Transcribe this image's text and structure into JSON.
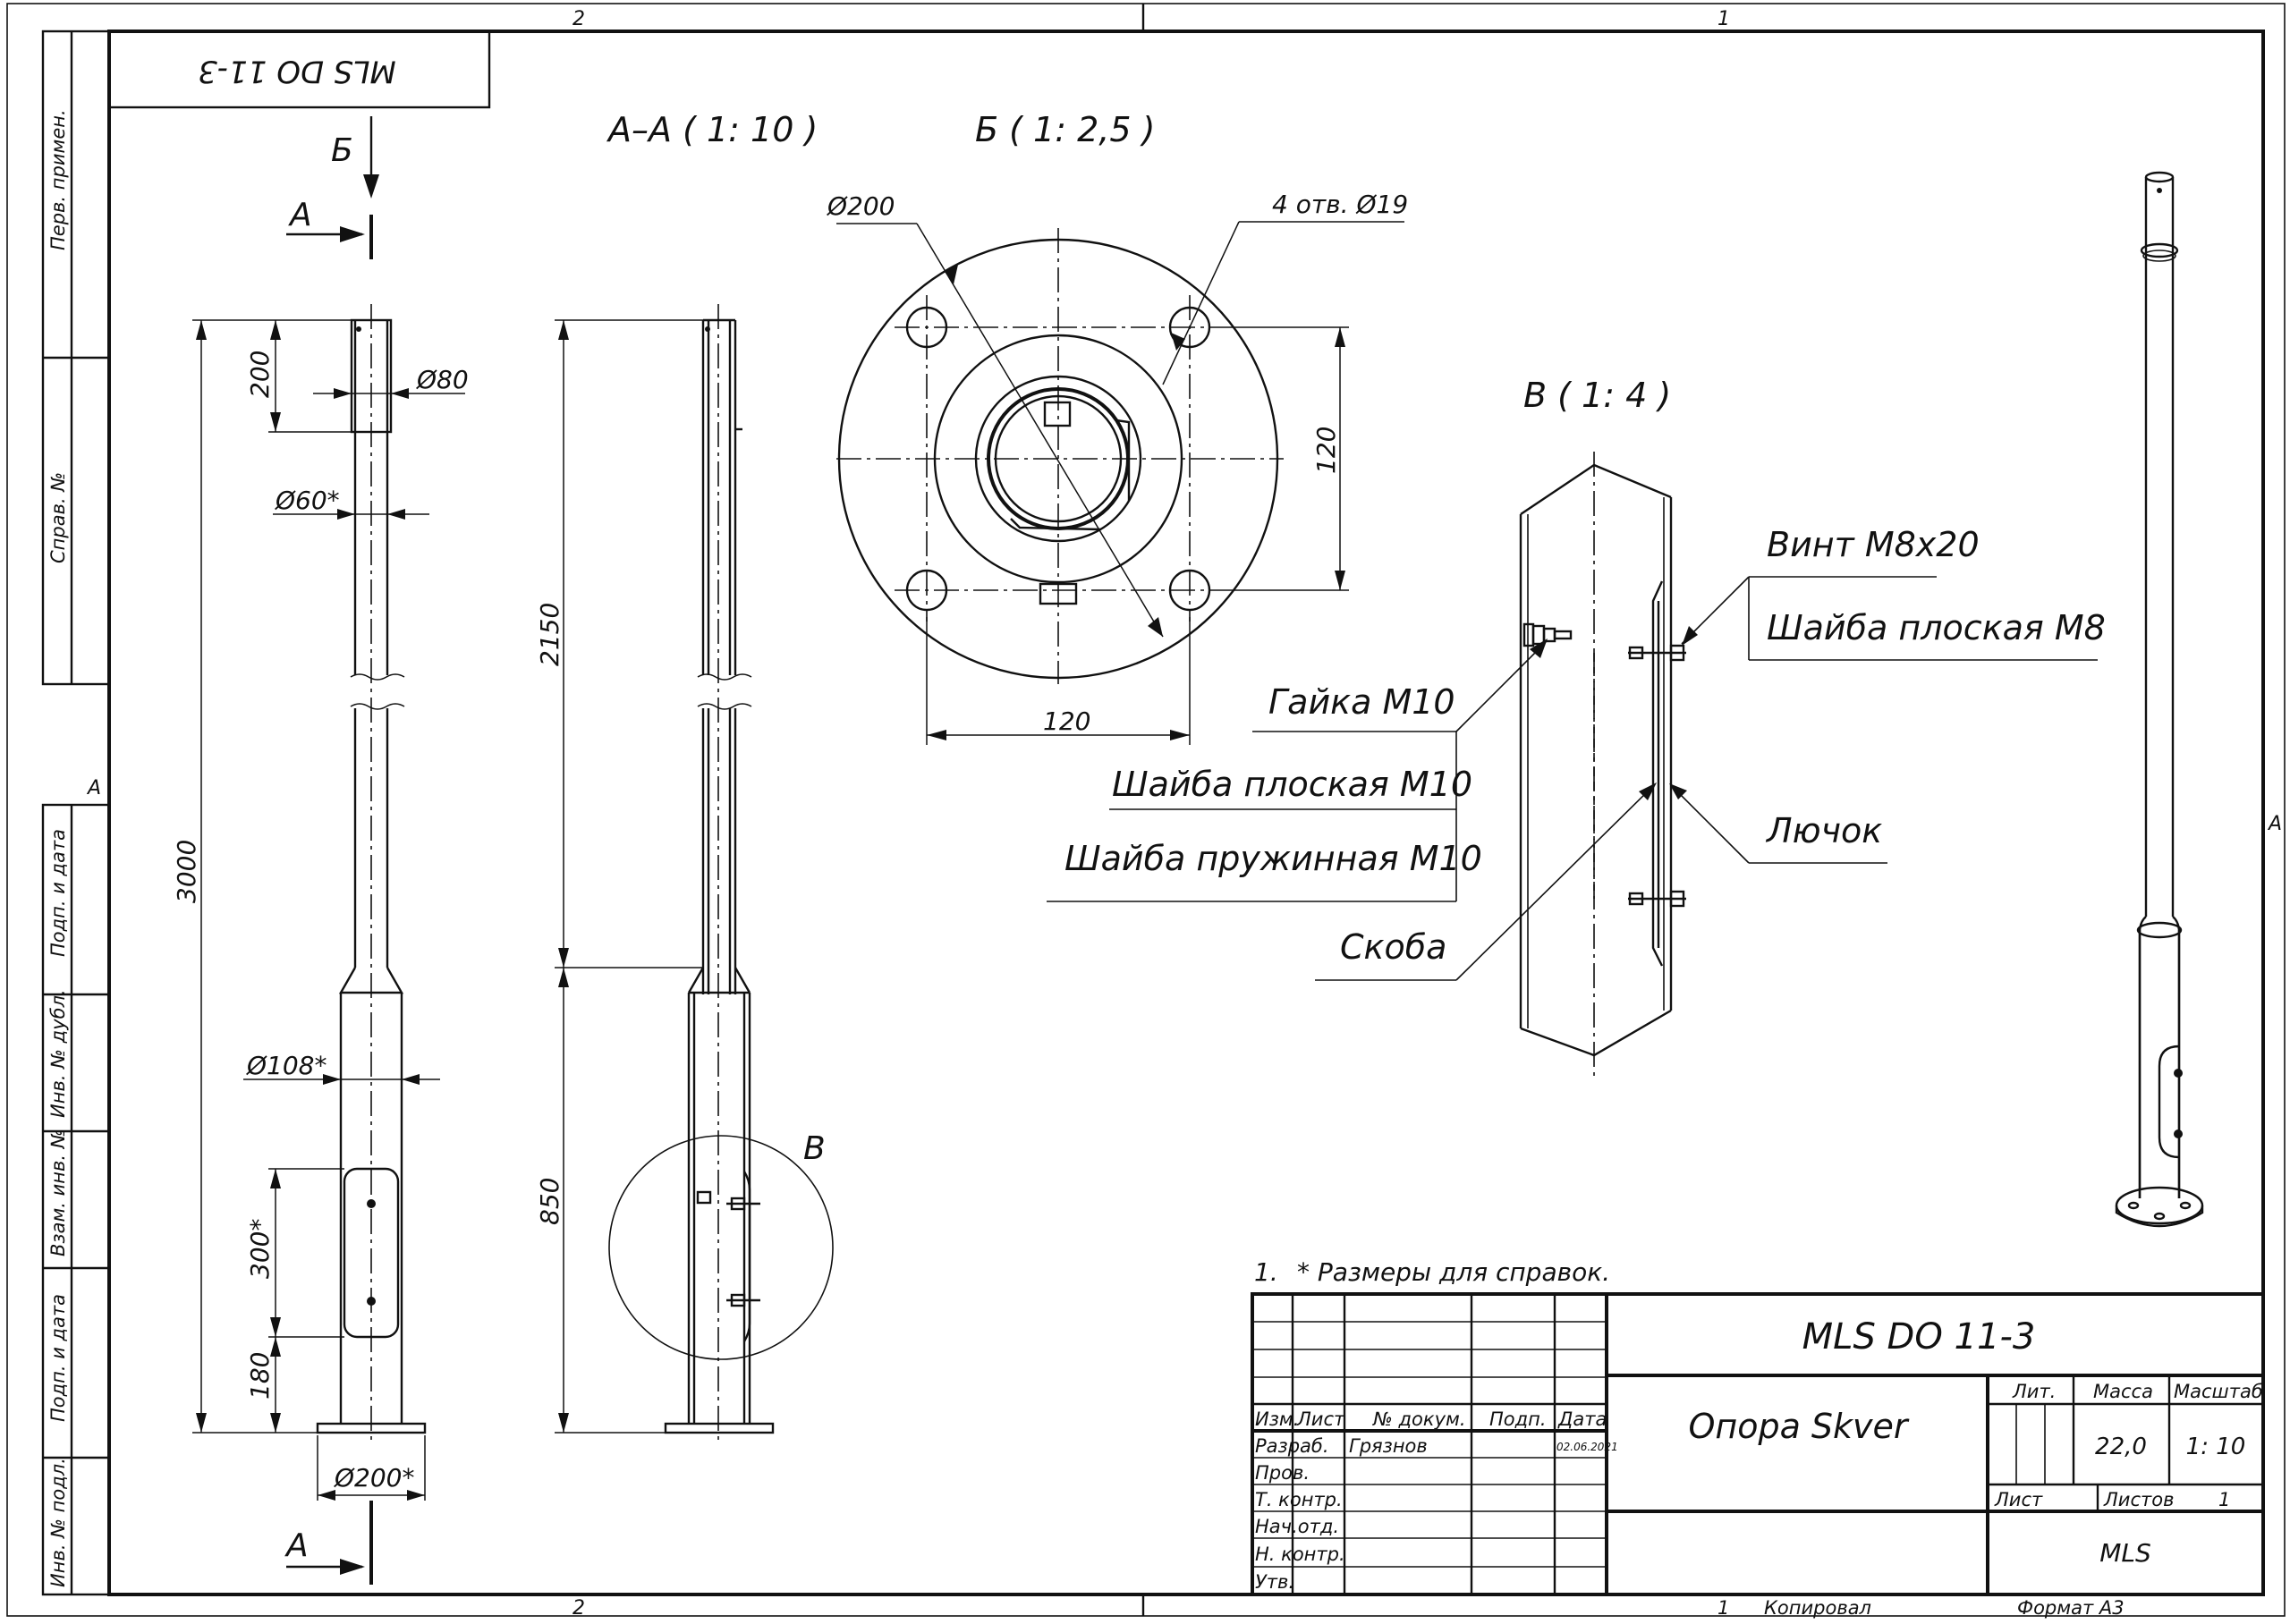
{
  "drawing": {
    "designation": "MLS DO 11-3",
    "designation_rotated": "MLS DO 11-3",
    "product_name": "Опора Skver",
    "notes": [
      "1.",
      "* Размеры для справок."
    ]
  },
  "zone_markers": {
    "top_left": "2",
    "top_right": "1",
    "bottom_left": "2",
    "right_mid": "A",
    "left_mid": "A"
  },
  "side_stamp": [
    "Перв. примен.",
    "Справ. №",
    "Подп. и дата",
    "Инв. № дубл.",
    "Взам. инв. №",
    "Подп. и дата",
    "Инв. № подл."
  ],
  "views": {
    "section_aa": "А–А ( 1: 10 )",
    "view_b": "Б ( 1: 2,5 )",
    "view_v": "В ( 1: 4 )",
    "arrow_b": "Б",
    "arrow_a_top": "А",
    "arrow_a_bottom": "А",
    "circle_v": "В"
  },
  "dimensions": {
    "d80": "Ø80",
    "d60": "Ø60*",
    "d108": "Ø108*",
    "d200s": "Ø200*",
    "h3000": "3000",
    "h200": "200",
    "h300": "300*",
    "h180": "180",
    "h2150": "2150",
    "h850": "850",
    "flange_d200": "Ø200",
    "holes": "4 отв. Ø19",
    "c120_h": "120",
    "c120_v": "120"
  },
  "callouts": {
    "screw": "Винт М8х20",
    "washer_m8": "Шайба плоская М8",
    "nut": "Гайка М10",
    "washer_m10": "Шайба плоская М10",
    "spring_washer": "Шайба пружинная М10",
    "bracket": "Скоба",
    "hatch": "Лючок"
  },
  "title_block": {
    "hdr": [
      "Изм.",
      "Лист",
      "№ докум.",
      "Подп.",
      "Дата"
    ],
    "roles": [
      "Разраб.",
      "Пров.",
      "Т. контр.",
      "Нач.отд.",
      "Н. контр.",
      "Утв."
    ],
    "developer": "Грязнов",
    "date": "02.06.2021",
    "lit_label": "Лит.",
    "mass_label": "Масса",
    "scale_label": "Масштаб",
    "mass": "22,0",
    "scale": "1: 10",
    "sheet_label": "Лист",
    "sheets_label": "Листов",
    "sheets": "1",
    "org": "MLS"
  },
  "footer": {
    "copied_num": "1",
    "copied": "Копировал",
    "format": "Формат А3"
  }
}
